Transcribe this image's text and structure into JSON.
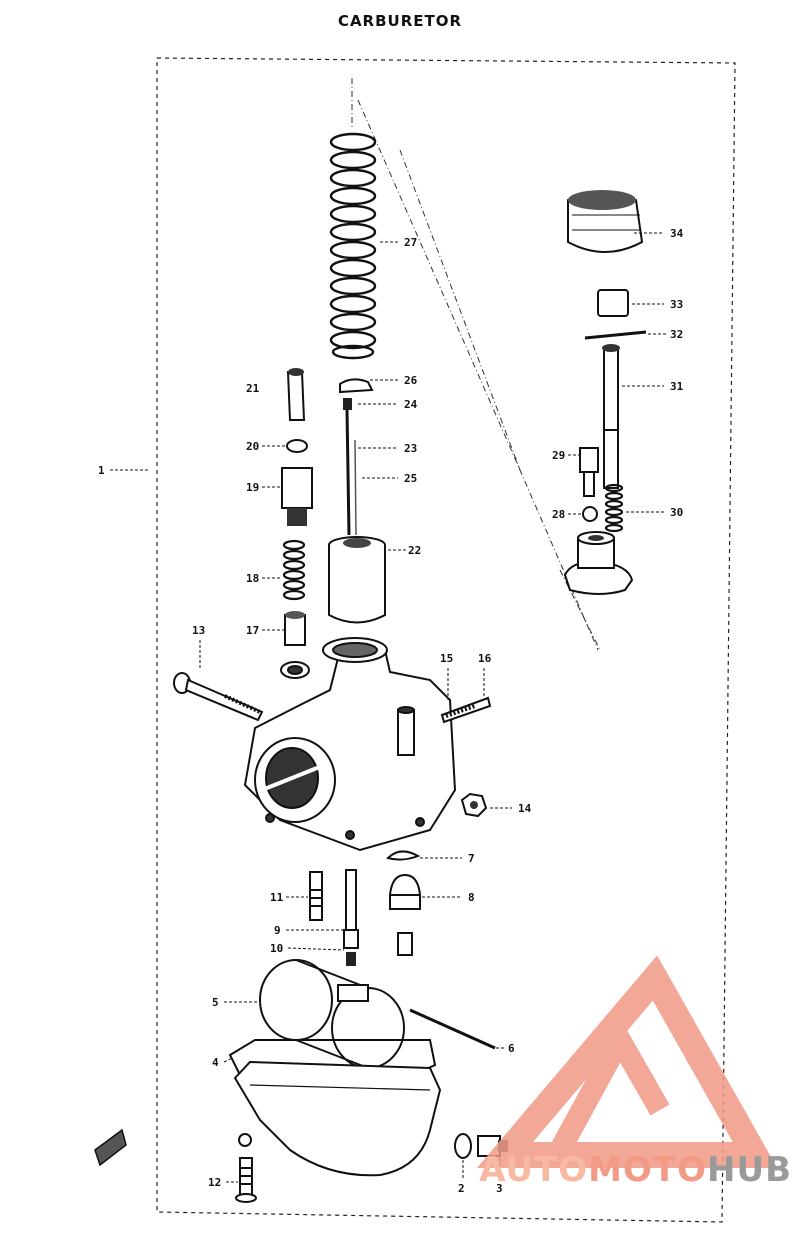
{
  "title": "CARBURETOR",
  "watermark": {
    "part1": "AUTO",
    "part2": "MOTO",
    "part3": "HUB",
    "colors": [
      "#f7b9a2",
      "#f29a86",
      "#9a9a9a"
    ]
  },
  "labels": {
    "p1": "1",
    "p2": "2",
    "p3": "3",
    "p4": "4",
    "p5": "5",
    "p6": "6",
    "p7": "7",
    "p8": "8",
    "p9": "9",
    "p10": "10",
    "p11": "11",
    "p12": "12",
    "p13": "13",
    "p14": "14",
    "p15": "15",
    "p16": "16",
    "p17": "17",
    "p18": "18",
    "p19": "19",
    "p20": "20",
    "p21": "21",
    "p22": "22",
    "p23": "23",
    "p24": "24",
    "p25": "25",
    "p26": "26",
    "p27": "27",
    "p28": "28",
    "p29": "29",
    "p30": "30",
    "p31": "31",
    "p32": "32",
    "p33": "33",
    "p34": "34"
  }
}
